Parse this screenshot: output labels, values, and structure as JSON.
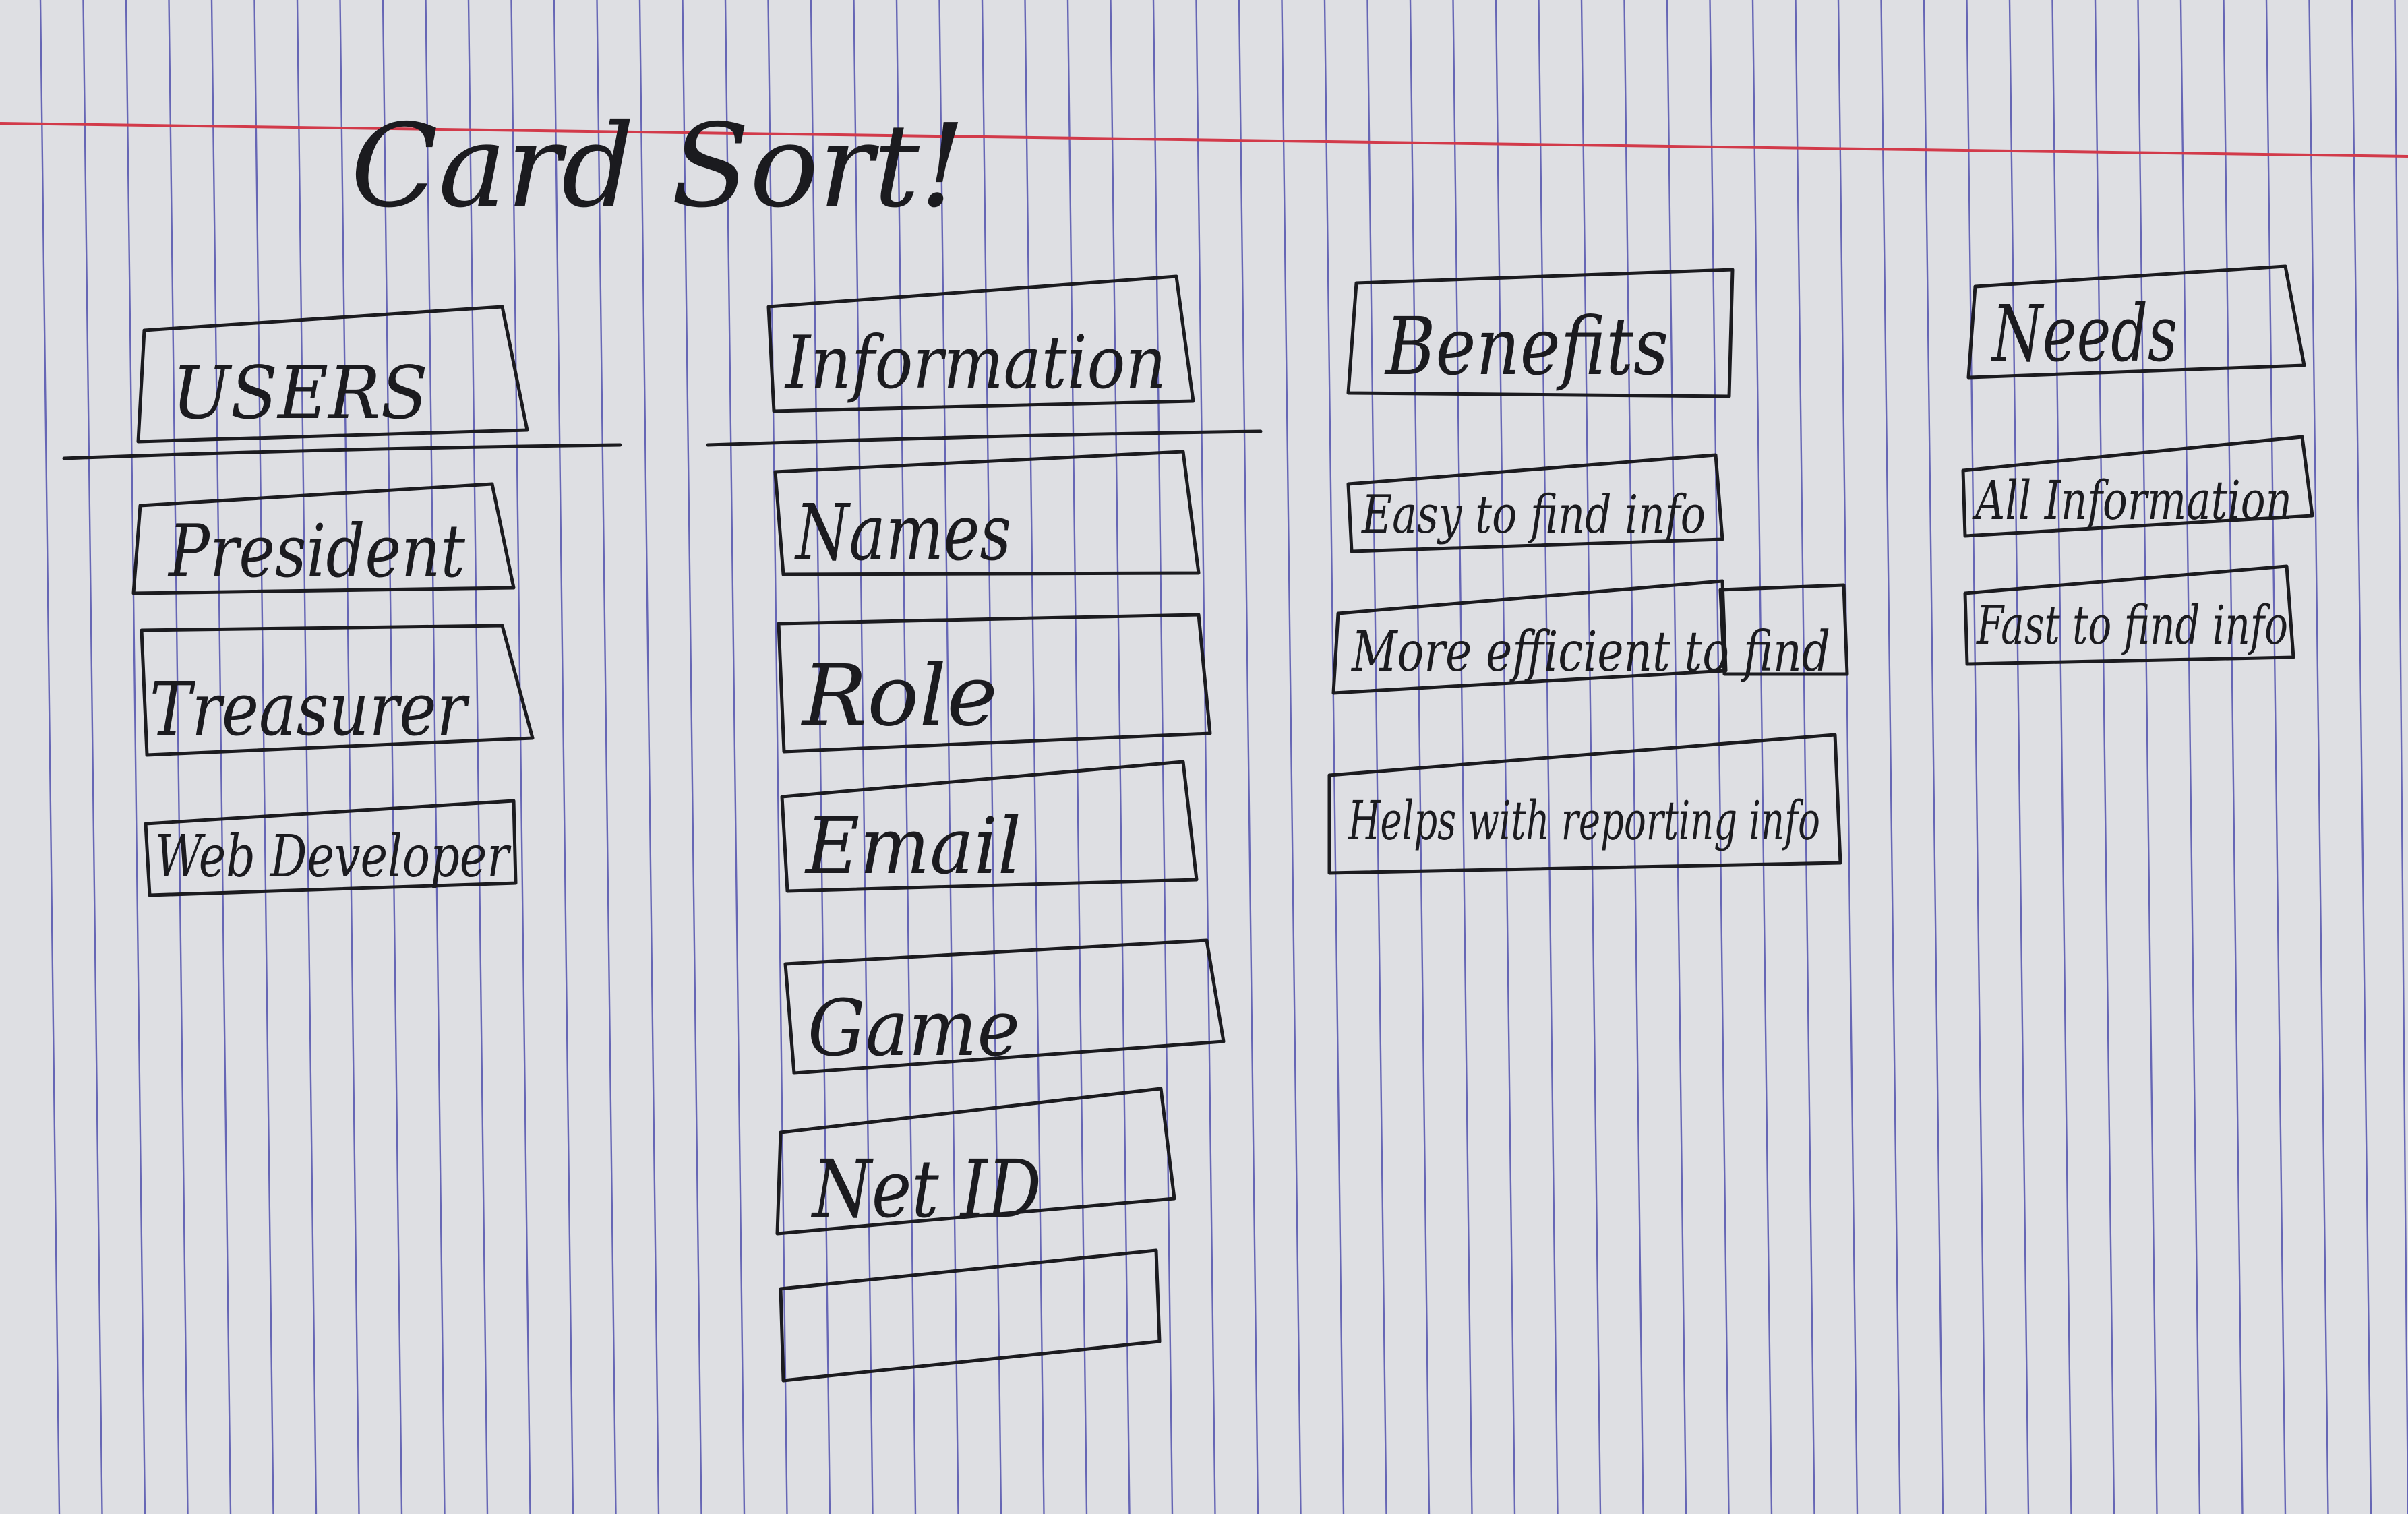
{
  "title": "Card Sort!",
  "columns": [
    {
      "id": "users",
      "header": "USERS",
      "cards": [
        "President",
        "Treasurer",
        "Web Developer"
      ]
    },
    {
      "id": "information",
      "header": "Information",
      "cards": [
        "Names",
        "Role",
        "Email",
        "Game",
        "Net ID",
        ""
      ]
    },
    {
      "id": "benefits",
      "header": "Benefits",
      "cards": [
        "Easy to find info",
        "More efficient to find",
        "Helps with reporting info"
      ]
    },
    {
      "id": "needs",
      "header": "Needs",
      "cards": [
        "All Information",
        "Fast to find info"
      ]
    }
  ],
  "colors": {
    "paper": "#dedfe3",
    "rule_line": "#3e3ea6",
    "margin_line": "#d23a4a",
    "ink": "#1b1b1f"
  }
}
